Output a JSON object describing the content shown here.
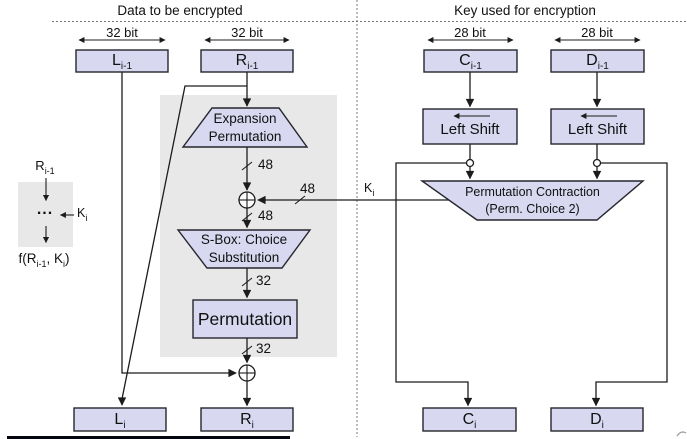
{
  "headers": {
    "left": "Data to be encrypted",
    "right": "Key used for encryption"
  },
  "bit_labels": {
    "l": "32 bit",
    "r": "32 bit",
    "c": "28 bit",
    "d": "28 bit"
  },
  "registers": {
    "l_prev": {
      "main": "L",
      "sub": "i-1"
    },
    "r_prev": {
      "main": "R",
      "sub": "i-1"
    },
    "c_prev": {
      "main": "C",
      "sub": "i-1"
    },
    "d_prev": {
      "main": "D",
      "sub": "i-1"
    },
    "l_next": {
      "main": "L",
      "sub": "i"
    },
    "r_next": {
      "main": "R",
      "sub": "i"
    },
    "c_next": {
      "main": "C",
      "sub": "i"
    },
    "d_next": {
      "main": "D",
      "sub": "i"
    }
  },
  "blocks": {
    "expansion": {
      "line1": "Expansion",
      "line2": "Permutation"
    },
    "sbox": {
      "line1": "S-Box: Choice",
      "line2": "Substitution"
    },
    "permutation": "Permutation",
    "left_shift": "Left Shift",
    "pc2": {
      "line1": "Permutation Contraction",
      "line2": "(Perm. Choice 2)"
    }
  },
  "wire_labels": {
    "expansion_out": "48",
    "xor_in": "48",
    "key_width": "48",
    "sbox_out": "32",
    "perm_out": "32",
    "subkey": {
      "main": "K",
      "sub": "i"
    }
  },
  "legend": {
    "input": {
      "main": "R",
      "sub": "i-1"
    },
    "dots": "...",
    "key": {
      "main": "K",
      "sub": "i"
    },
    "output": {
      "pre": "f(R",
      "sub1": "i-1",
      "mid": ", K",
      "sub2": "i",
      "post": ")"
    }
  },
  "colors": {
    "box_fill": "#d8d8f0",
    "box_border": "#26262e",
    "wire": "#1c1c1c",
    "panel": "#e8e8e8"
  }
}
